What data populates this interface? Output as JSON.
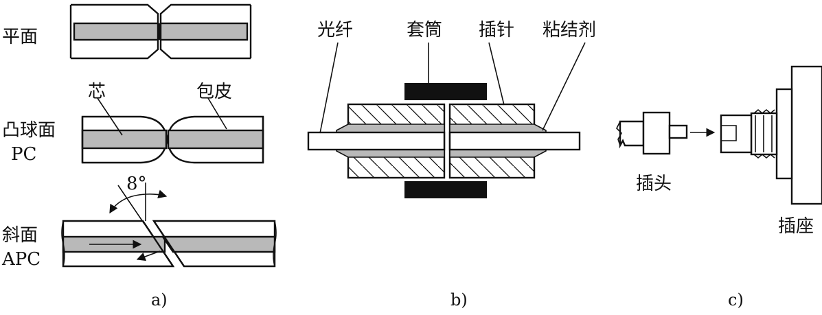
{
  "panel_a": {
    "caption": "a)",
    "flat_label": "平面",
    "pc_label_cn": "凸球面",
    "pc_label_en": "PC",
    "apc_label_cn": "斜面",
    "apc_label_en": "APC",
    "core_label": "芯",
    "cladding_label": "包皮",
    "angle_label": "8°"
  },
  "panel_b": {
    "caption": "b)",
    "fiber_label": "光纤",
    "sleeve_label": "套筒",
    "ferrule_label": "插针",
    "adhesive_label": "粘结剂"
  },
  "panel_c": {
    "caption": "c)",
    "plug_label": "插头",
    "socket_label": "插座"
  }
}
